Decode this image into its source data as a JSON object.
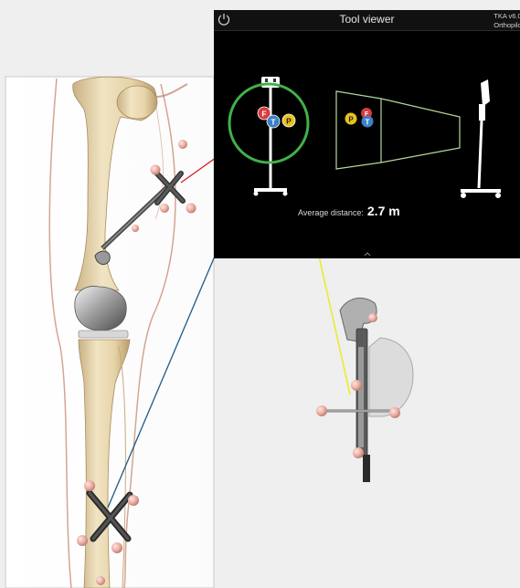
{
  "window": {
    "title": "Tool viewer",
    "version": "TKA v6.0",
    "product": "Orthopilot"
  },
  "tracker_markers": {
    "femur": "F",
    "tibia": "T",
    "pointer": "P"
  },
  "distance": {
    "label": "Average distance:",
    "value": "2.7 m"
  },
  "colors": {
    "femur": "#d83b3b",
    "tibia": "#3f7fc4",
    "pointer": "#e8c21c",
    "zone_ok": "#41b04a",
    "frustum": "#b6d79a",
    "femur_line": "#d62020",
    "tibia_line": "#1f5a86",
    "pointer_line": "#eeea22"
  },
  "icons": [
    "power-icon",
    "battery-icon",
    "expand-handle-icon"
  ]
}
